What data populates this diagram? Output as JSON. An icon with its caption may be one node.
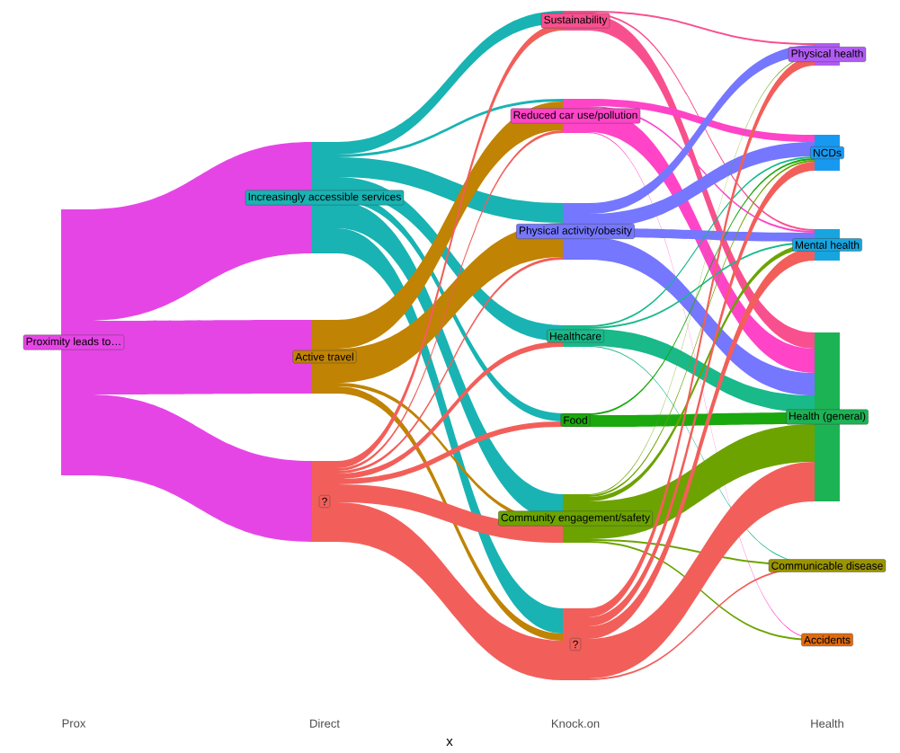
{
  "diagram": {
    "nodes": [
      {
        "text": [
          "Proximity leads to…"
        ]
      },
      {
        "text": [
          "Increasingly accessible services"
        ]
      },
      {
        "text": [
          "Active travel"
        ]
      },
      {
        "text": [
          "?"
        ]
      },
      {
        "text": [
          "Sustainability"
        ]
      },
      {
        "text": [
          "Reduced car use/pollution"
        ]
      },
      {
        "text": [
          "Physical activity/obesity"
        ]
      },
      {
        "text": [
          "Healthcare"
        ]
      },
      {
        "text": [
          "Food"
        ]
      },
      {
        "text": [
          "Community engagement/safety"
        ]
      },
      {
        "text": [
          "?"
        ]
      },
      {
        "text": [
          "Physical health"
        ]
      },
      {
        "text": [
          "NCDs"
        ]
      },
      {
        "text": [
          "Mental health"
        ]
      },
      {
        "text": [
          "Health (general)"
        ]
      },
      {
        "text": [
          "Communicable disease"
        ]
      },
      {
        "text": [
          "Accidents"
        ]
      }
    ],
    "edges": [
      {
        "from": 0,
        "to": 1,
        "arrow": "none",
        "color": "#e645e6"
      },
      {
        "from": 0,
        "to": 2,
        "arrow": "none",
        "color": "#e645e6"
      },
      {
        "from": 0,
        "to": 3,
        "arrow": "none",
        "color": "#e645e6"
      },
      {
        "from": 1,
        "to": 4,
        "arrow": "none",
        "color": "#19b3b3"
      },
      {
        "from": 1,
        "to": 5,
        "arrow": "none",
        "color": "#19b3b3"
      },
      {
        "from": 1,
        "to": 6,
        "arrow": "none",
        "color": "#19b3b3"
      },
      {
        "from": 1,
        "to": 7,
        "arrow": "none",
        "color": "#19b3b3"
      },
      {
        "from": 1,
        "to": 8,
        "arrow": "none",
        "color": "#19b3b3"
      },
      {
        "from": 1,
        "to": 9,
        "arrow": "none",
        "color": "#19b3b3"
      },
      {
        "from": 1,
        "to": 10,
        "arrow": "none",
        "color": "#19b3b3"
      },
      {
        "from": 2,
        "to": 5,
        "arrow": "none",
        "color": "#c08303"
      },
      {
        "from": 2,
        "to": 6,
        "arrow": "none",
        "color": "#c08303"
      },
      {
        "from": 2,
        "to": 9,
        "arrow": "none",
        "color": "#c08303"
      },
      {
        "from": 2,
        "to": 10,
        "arrow": "none",
        "color": "#c08303"
      },
      {
        "from": 3,
        "to": 4,
        "arrow": "none",
        "color": "#f25f5a"
      },
      {
        "from": 3,
        "to": 5,
        "arrow": "none",
        "color": "#f25f5a"
      },
      {
        "from": 3,
        "to": 6,
        "arrow": "none",
        "color": "#f25f5a"
      },
      {
        "from": 3,
        "to": 7,
        "arrow": "none",
        "color": "#f25f5a"
      },
      {
        "from": 3,
        "to": 8,
        "arrow": "none",
        "color": "#f25f5a"
      },
      {
        "from": 3,
        "to": 9,
        "arrow": "none",
        "color": "#f25f5a"
      },
      {
        "from": 3,
        "to": 10,
        "arrow": "none",
        "color": "#f25f5a"
      },
      {
        "from": 4,
        "to": 11,
        "arrow": "none",
        "color": "#f8508f"
      },
      {
        "from": 4,
        "to": 13,
        "arrow": "none",
        "color": "#f8508f"
      },
      {
        "from": 4,
        "to": 14,
        "arrow": "none",
        "color": "#f8508f"
      },
      {
        "from": 5,
        "to": 12,
        "arrow": "none",
        "color": "#ff44c8"
      },
      {
        "from": 5,
        "to": 13,
        "arrow": "none",
        "color": "#ff44c8"
      },
      {
        "from": 5,
        "to": 14,
        "arrow": "none",
        "color": "#ff44c8"
      },
      {
        "from": 5,
        "to": 16,
        "arrow": "none",
        "color": "#ff44c8"
      },
      {
        "from": 6,
        "to": 11,
        "arrow": "none",
        "color": "#7577ff"
      },
      {
        "from": 6,
        "to": 12,
        "arrow": "none",
        "color": "#7577ff"
      },
      {
        "from": 6,
        "to": 13,
        "arrow": "none",
        "color": "#7577ff"
      },
      {
        "from": 6,
        "to": 14,
        "arrow": "none",
        "color": "#7577ff"
      },
      {
        "from": 7,
        "to": 12,
        "arrow": "none",
        "color": "#19b98a"
      },
      {
        "from": 7,
        "to": 13,
        "arrow": "none",
        "color": "#19b98a"
      },
      {
        "from": 7,
        "to": 14,
        "arrow": "none",
        "color": "#19b98a"
      },
      {
        "from": 7,
        "to": 15,
        "arrow": "none",
        "color": "#19b98a"
      },
      {
        "from": 8,
        "to": 12,
        "arrow": "none",
        "color": "#1aa80e"
      },
      {
        "from": 8,
        "to": 14,
        "arrow": "none",
        "color": "#1aa80e"
      },
      {
        "from": 9,
        "to": 11,
        "arrow": "none",
        "color": "#6ca300"
      },
      {
        "from": 9,
        "to": 12,
        "arrow": "none",
        "color": "#6ca300"
      },
      {
        "from": 9,
        "to": 13,
        "arrow": "none",
        "color": "#6ca300"
      },
      {
        "from": 9,
        "to": 14,
        "arrow": "none",
        "color": "#6ca300"
      },
      {
        "from": 9,
        "to": 15,
        "arrow": "none",
        "color": "#6ca300"
      },
      {
        "from": 9,
        "to": 16,
        "arrow": "none",
        "color": "#6ca300"
      },
      {
        "from": 10,
        "to": 11,
        "arrow": "none",
        "color": "#f25f5a"
      },
      {
        "from": 10,
        "to": 12,
        "arrow": "none",
        "color": "#f25f5a"
      },
      {
        "from": 10,
        "to": 13,
        "arrow": "none",
        "color": "#f25f5a"
      },
      {
        "from": 10,
        "to": 14,
        "arrow": "none",
        "color": "#f25f5a"
      },
      {
        "from": 10,
        "to": 15,
        "arrow": "none",
        "color": "#f25f5a"
      }
    ],
    "labels": [
      "Prox",
      "Direct",
      "Knock.on",
      "Health",
      "x"
    ]
  }
}
